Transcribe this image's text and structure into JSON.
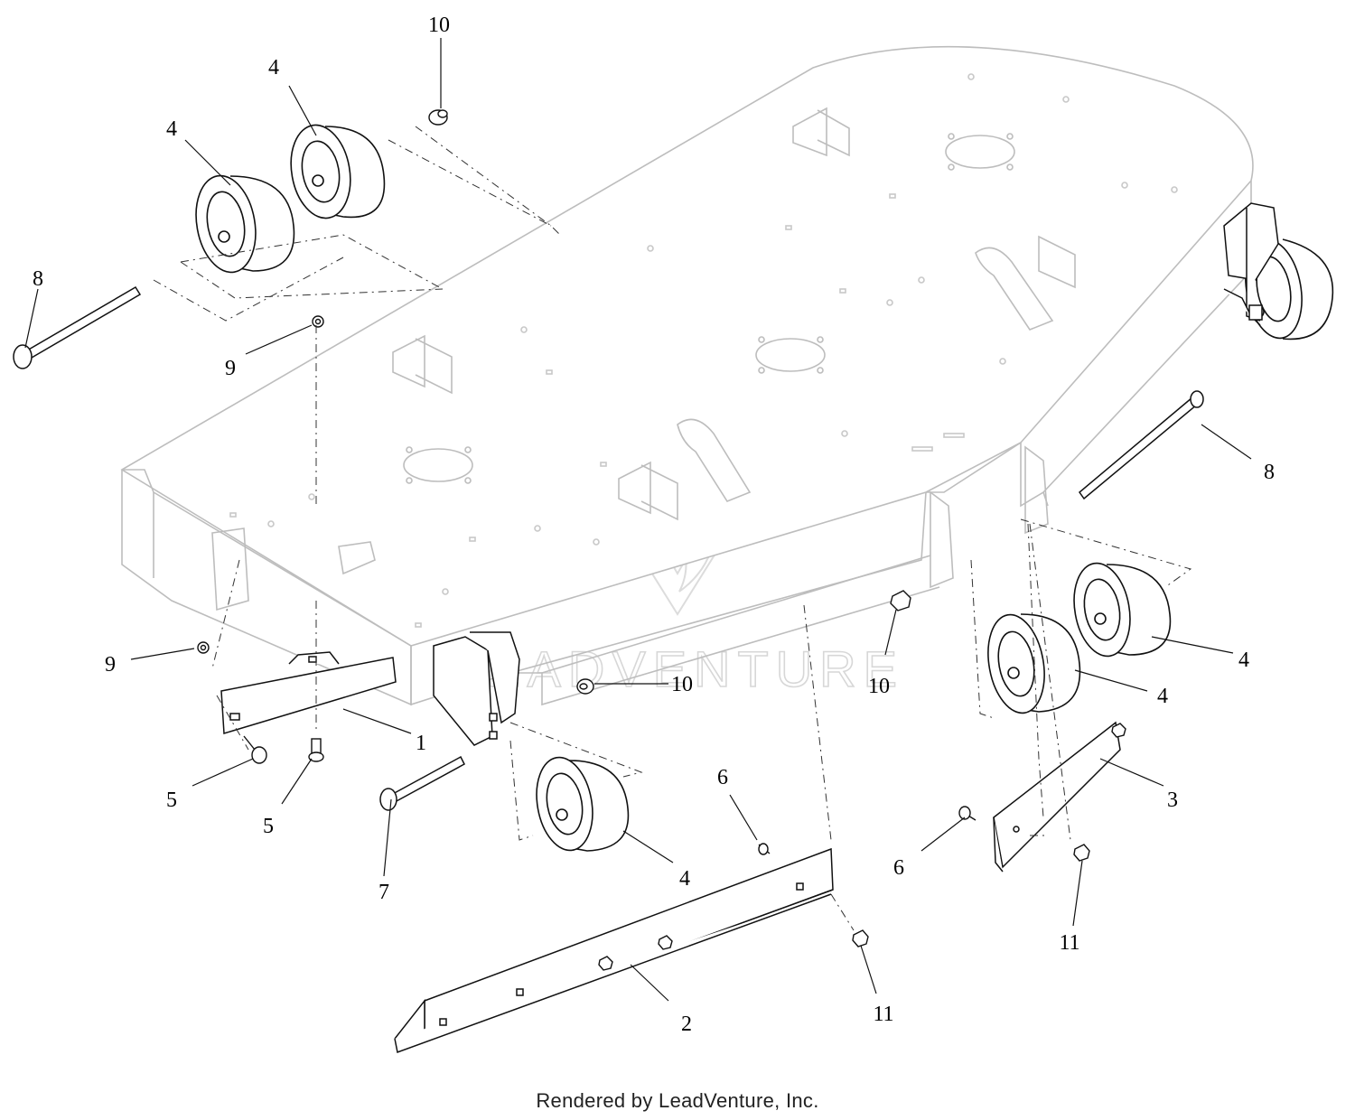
{
  "watermark": {
    "brand": "LEADVENTURE"
  },
  "footer": {
    "credit": "Rendered by LeadVenture, Inc."
  },
  "callouts": [
    {
      "id": "c10-top",
      "text": "10"
    },
    {
      "id": "c4-a",
      "text": "4"
    },
    {
      "id": "c4-b",
      "text": "4"
    },
    {
      "id": "c8-left",
      "text": "8"
    },
    {
      "id": "c9-upper",
      "text": "9"
    },
    {
      "id": "c8-right",
      "text": "8"
    },
    {
      "id": "c9-lower",
      "text": "9"
    },
    {
      "id": "c1",
      "text": "1"
    },
    {
      "id": "c10-mid",
      "text": "10"
    },
    {
      "id": "c10-right",
      "text": "10"
    },
    {
      "id": "c4-c",
      "text": "4"
    },
    {
      "id": "c4-d",
      "text": "4"
    },
    {
      "id": "c5-a",
      "text": "5"
    },
    {
      "id": "c5-b",
      "text": "5"
    },
    {
      "id": "c7",
      "text": "7"
    },
    {
      "id": "c6-mid",
      "text": "6"
    },
    {
      "id": "c4-e",
      "text": "4"
    },
    {
      "id": "c3",
      "text": "3"
    },
    {
      "id": "c6-right",
      "text": "6"
    },
    {
      "id": "c11-right",
      "text": "11"
    },
    {
      "id": "c2",
      "text": "2"
    },
    {
      "id": "c11-mid",
      "text": "11"
    }
  ]
}
